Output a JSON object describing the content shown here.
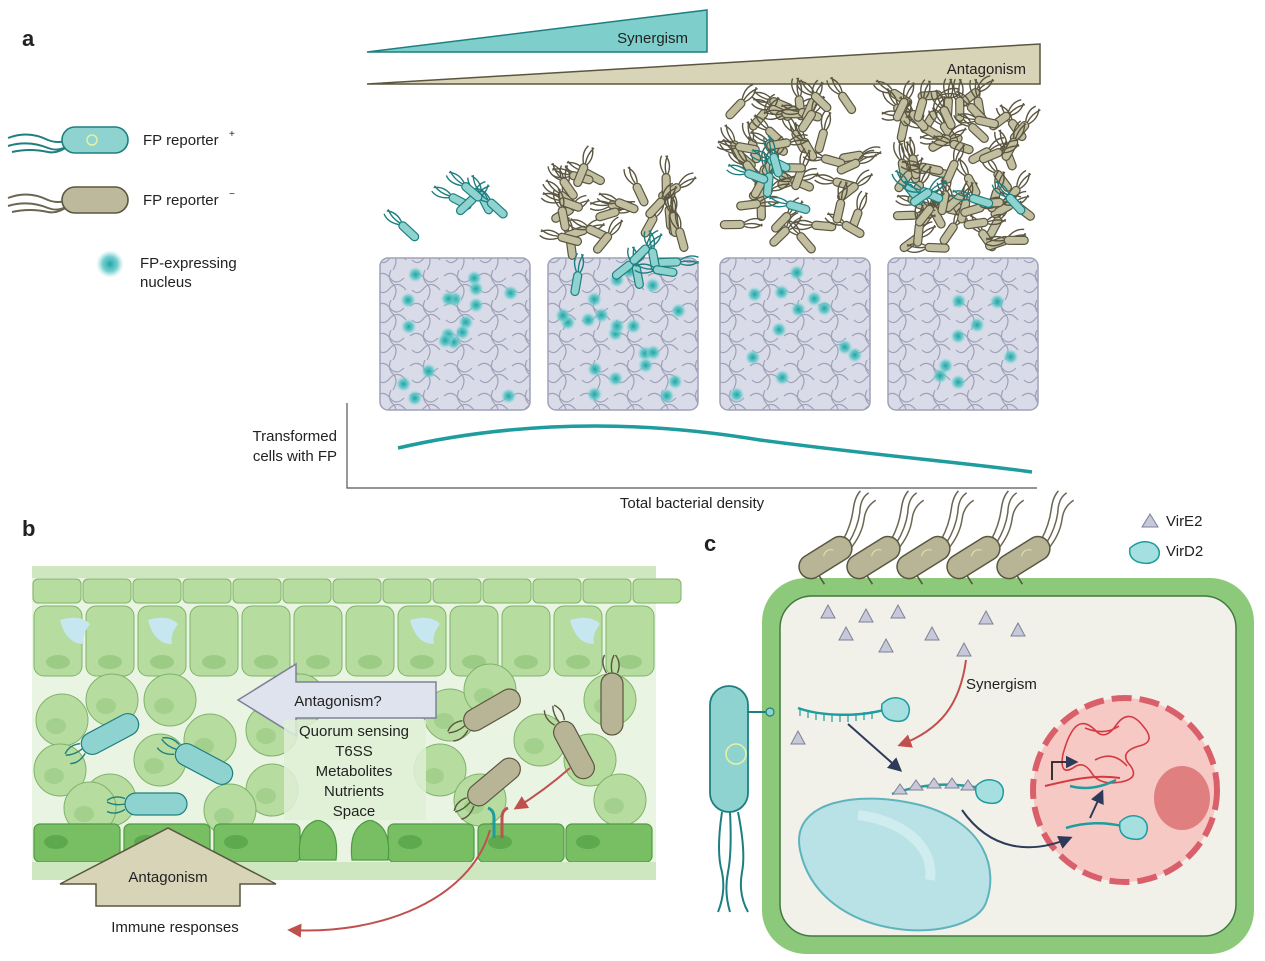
{
  "panel_a": {
    "letter": "a",
    "synergism": "Synergism",
    "antagonism": "Antagonism",
    "legend": {
      "reporter_pos": "FP reporter",
      "reporter_pos_sup": "+",
      "reporter_neg": "FP reporter",
      "reporter_neg_sup": "−",
      "nucleus_line1": "FP-expressing",
      "nucleus_line2": "nucleus"
    },
    "ylabel_line1": "Transformed",
    "ylabel_line2": "cells with FP",
    "xlabel": "Total bacterial density"
  },
  "panel_b": {
    "letter": "b",
    "antagonism_q": "Antagonism?",
    "factors": [
      "Quorum sensing",
      "T6SS",
      "Metabolites",
      "Nutrients",
      "Space"
    ],
    "antagonism": "Antagonism",
    "immune": "Immune responses"
  },
  "panel_c": {
    "letter": "c",
    "legend_vire2": "VirE2",
    "legend_vird2": "VirD2",
    "synergism": "Synergism"
  },
  "colors": {
    "teal": "#2aa6a8",
    "teal_light": "#7fcfcf",
    "olive": "#b8b596",
    "olive_dark": "#6b6650",
    "leaf_green": "#8dc97a",
    "cell_grey": "#d6d8e6",
    "nucleus_pink": "#f3b6b3",
    "arrow_red": "#c0504d",
    "arrow_navy": "#2d3a5a"
  }
}
